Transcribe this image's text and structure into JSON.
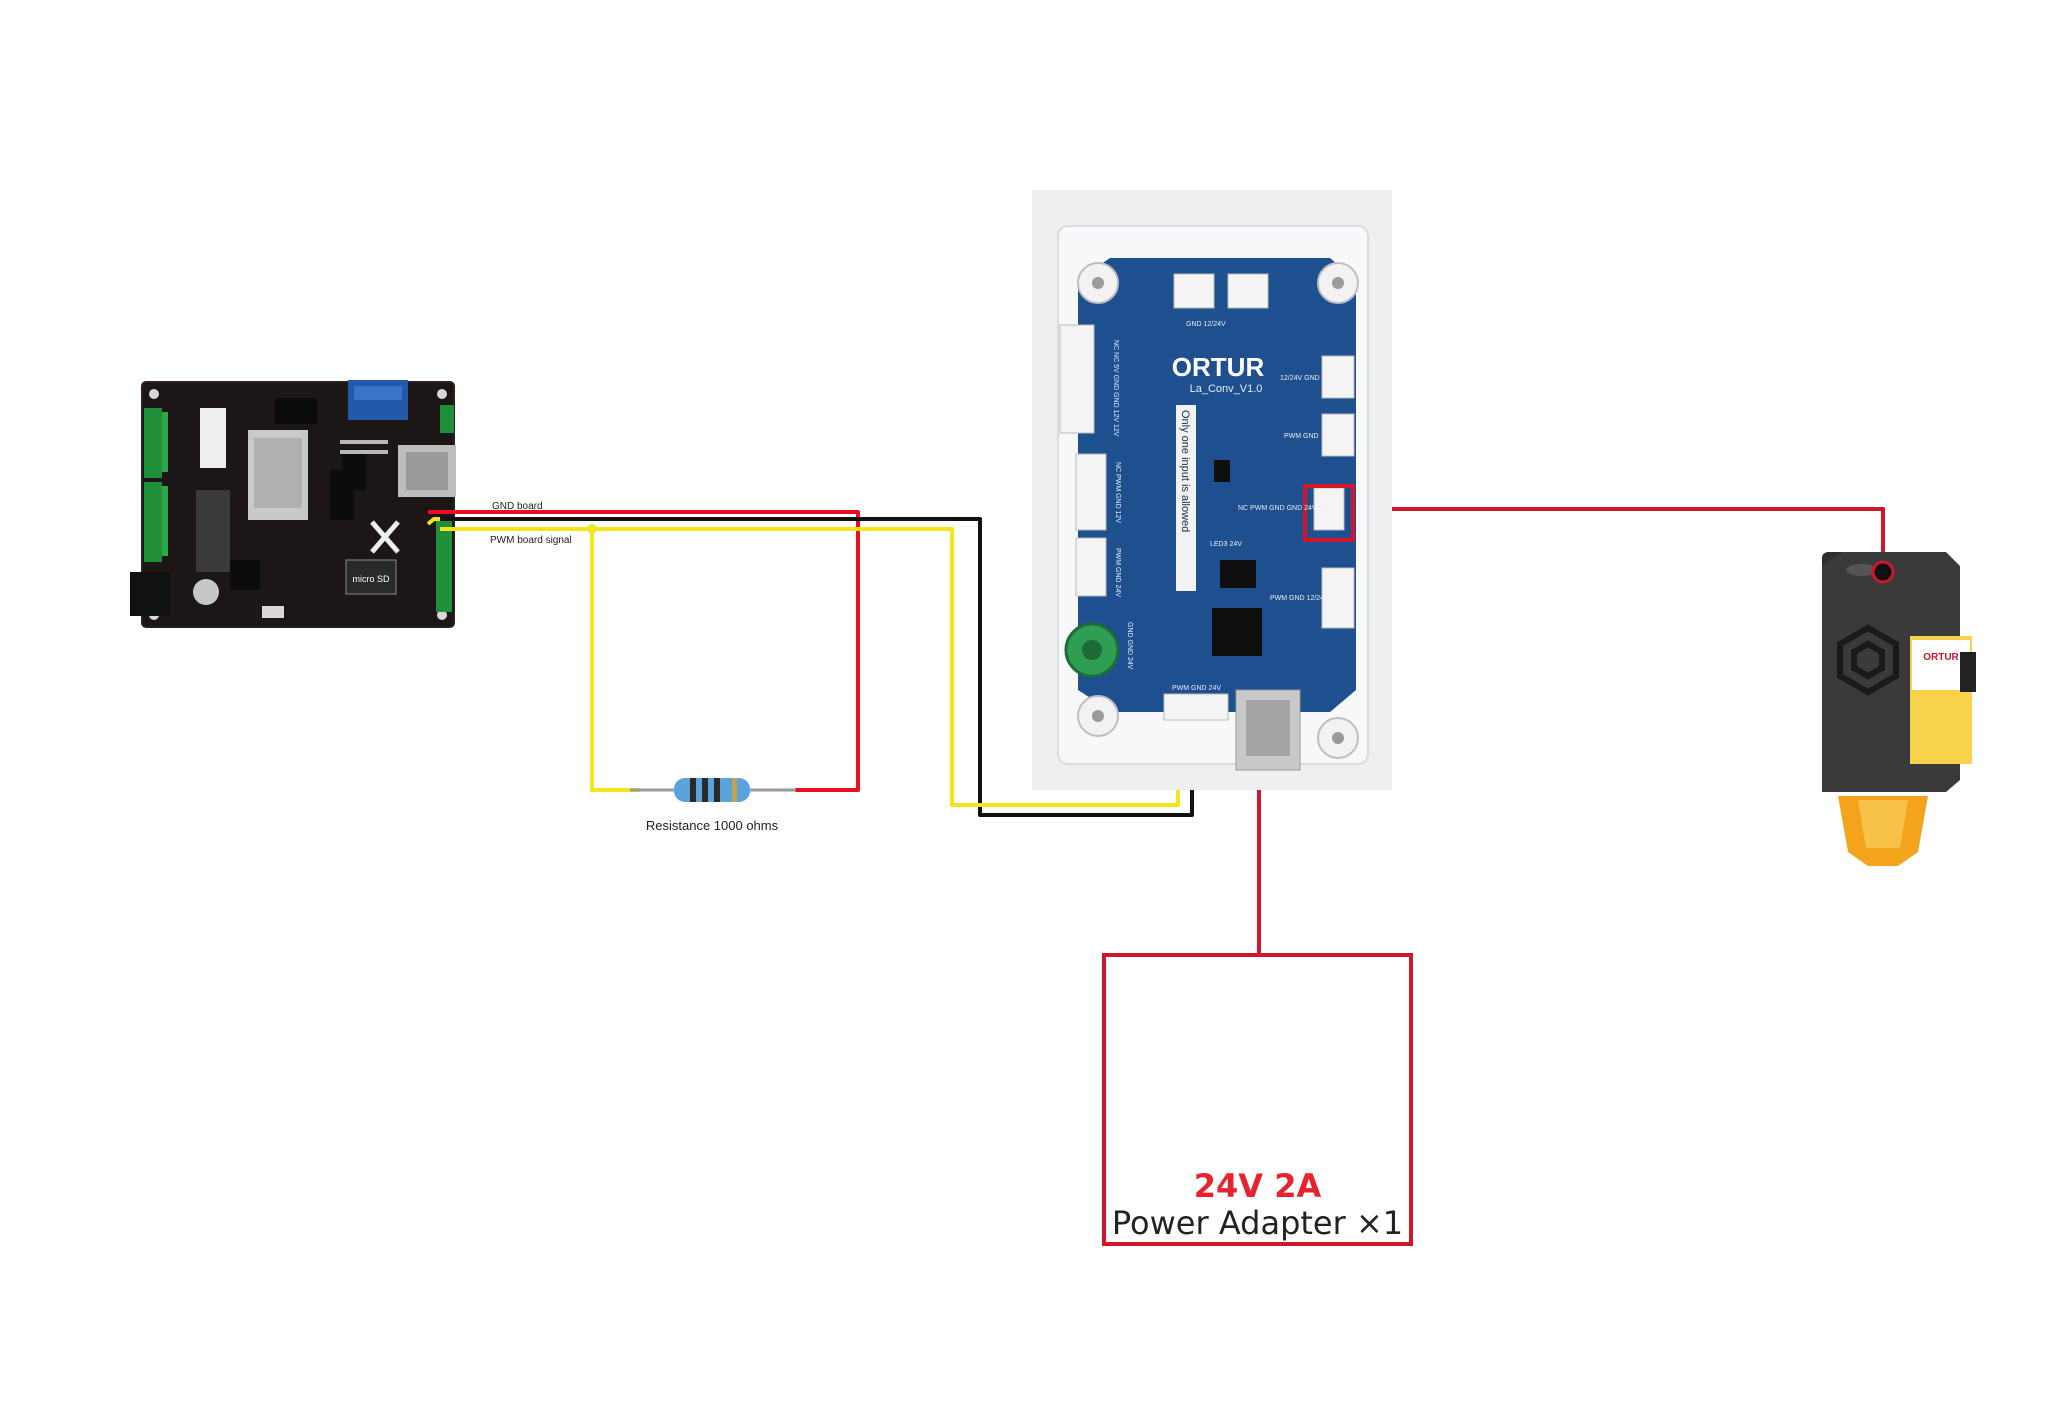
{
  "labels": {
    "gnd_board": "GND board",
    "pwm_board_signal": "PWM board signal",
    "resistor": "Resistance 1000 ohms"
  },
  "controller": {
    "micro_sd": "micro SD"
  },
  "driver_board": {
    "brand": "ORTUR",
    "model": "La_Conv_V1.0",
    "notice": "Only one input is allowed",
    "pins_top_left": "GND 12/24V",
    "pins_right_top": "12/24V GND",
    "pins_right_mid": "PWM GND",
    "pins_right_bottom": "PWM GND 12/24V",
    "pins_laser_port": "NC PWM GND GND 24V 24V",
    "pins_input_1": "NC PWM GND 12V",
    "pins_input_2": "PWM GND 24V",
    "pins_bottom": "PWM GND 24V",
    "pins_ribbon": "NC NC 5V GND GND 12V 12V",
    "led_labels": "LED3 24V",
    "pin_labels_small": "GND GND 24V"
  },
  "laser": {
    "brand": "ORTUR"
  },
  "adapter": {
    "voltage": "24V 2A",
    "name": "Power Adapter ×1"
  },
  "colors": {
    "wire_red": "#e8101e",
    "wire_black": "#111111",
    "wire_yellow": "#f2e61a",
    "highlight": "#d0162a",
    "board_blue": "#1e4f8f",
    "controller_pcb": "#1a1414"
  }
}
